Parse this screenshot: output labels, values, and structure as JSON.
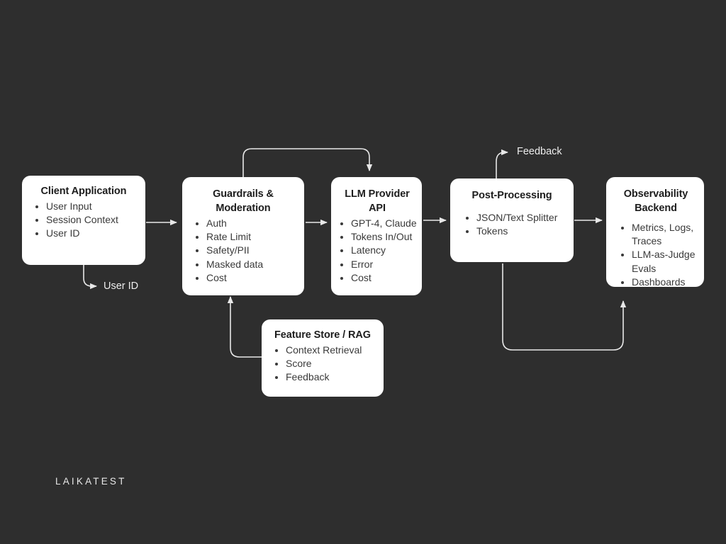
{
  "canvas": {
    "background": "#2e2e2e",
    "node_fill": "#ffffff",
    "edge_color": "#e8e8e8",
    "text_color": "#1d1d1d"
  },
  "watermark": "LAIKATEST",
  "nodes": [
    {
      "id": "client-application",
      "title": "Client Application",
      "items": [
        "User Input",
        "Session Context",
        "User ID"
      ]
    },
    {
      "id": "guardrails-moderation",
      "title": "Guardrails & Moderation",
      "items": [
        "Auth",
        "Rate Limit",
        "Safety/PII",
        "Masked data",
        "Cost"
      ]
    },
    {
      "id": "llm-provider-api",
      "title": "LLM Provider API",
      "items": [
        "GPT-4, Claude",
        "Tokens In/Out",
        "Latency",
        "Error",
        "Cost"
      ]
    },
    {
      "id": "post-processing",
      "title": "Post-Processing",
      "items": [
        "JSON/Text Splitter",
        "Tokens"
      ]
    },
    {
      "id": "observability-backend",
      "title": "Observability Backend",
      "items": [
        "Metrics, Logs, Traces",
        "LLM-as-Judge Evals",
        "Dashboards"
      ]
    },
    {
      "id": "feature-store-rag",
      "title": "Feature Store / RAG",
      "items": [
        "Context Retrieval",
        "Score",
        "Feedback"
      ]
    }
  ],
  "edge_labels": [
    {
      "id": "user-id",
      "text": "User ID"
    },
    {
      "id": "feedback",
      "text": "Feedback"
    }
  ],
  "edges": [
    {
      "from": "client-application",
      "to": "guardrails-moderation",
      "label": ""
    },
    {
      "from": "guardrails-moderation",
      "to": "llm-provider-api",
      "label": ""
    },
    {
      "from": "guardrails-moderation",
      "to": "llm-provider-api",
      "label": "",
      "routing": "over-top"
    },
    {
      "from": "llm-provider-api",
      "to": "post-processing",
      "label": ""
    },
    {
      "from": "post-processing",
      "to": "observability-backend",
      "label": ""
    },
    {
      "from": "client-application",
      "to": "user-id",
      "label": "User ID"
    },
    {
      "from": "post-processing",
      "to": "feedback",
      "label": "Feedback"
    },
    {
      "from": "feature-store-rag",
      "to": "guardrails-moderation",
      "label": ""
    },
    {
      "from": "post-processing",
      "to": "observability-backend",
      "label": "",
      "routing": "under-bottom"
    }
  ]
}
